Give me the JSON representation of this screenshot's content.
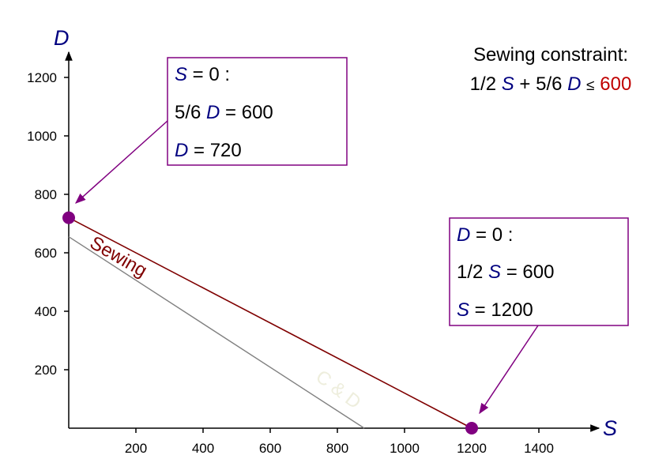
{
  "colors": {
    "axis": "#000000",
    "variable": "#000080",
    "sewing_line": "#7f0000",
    "cd_line": "#808080",
    "cd_label": "#eeeedd",
    "point": "#800080",
    "box_border": "#800080",
    "arrow": "#800080",
    "rhs_value": "#c00000"
  },
  "constraint": {
    "title": "Sewing constraint:",
    "lhs_s_coef": "1/2",
    "s": "S",
    "plus": "+",
    "lhs_d_coef": "5/6",
    "d": "D",
    "leq": "≤",
    "rhs": "600"
  },
  "box_s0": {
    "line1_var": "S",
    "line1_rest": " = 0 :",
    "line2_coef": "5/6 ",
    "line2_var": "D",
    "line2_rest": " = 600",
    "line3_var": "D",
    "line3_rest": " = 720"
  },
  "box_d0": {
    "line1_var": "D",
    "line1_rest": " = 0 :",
    "line2_coef": "1/2 ",
    "line2_var": "S",
    "line2_rest": " = 600",
    "line3_var": "S",
    "line3_rest": " = 1200"
  },
  "chart_data": {
    "type": "line",
    "xlabel": "S",
    "ylabel": "D",
    "xlim": [
      0,
      1580
    ],
    "ylim": [
      0,
      1280
    ],
    "x_ticks": [
      200,
      400,
      600,
      800,
      1000,
      1200,
      1400
    ],
    "y_ticks": [
      200,
      400,
      600,
      800,
      1000,
      1200
    ],
    "grid": false,
    "series": [
      {
        "name": "Sewing",
        "points": [
          [
            0,
            720
          ],
          [
            1200,
            0
          ]
        ]
      },
      {
        "name": "C & D",
        "points": [
          [
            0,
            655
          ],
          [
            880,
            0
          ]
        ]
      }
    ],
    "highlighted_points": [
      [
        0,
        720
      ],
      [
        1200,
        0
      ]
    ]
  }
}
